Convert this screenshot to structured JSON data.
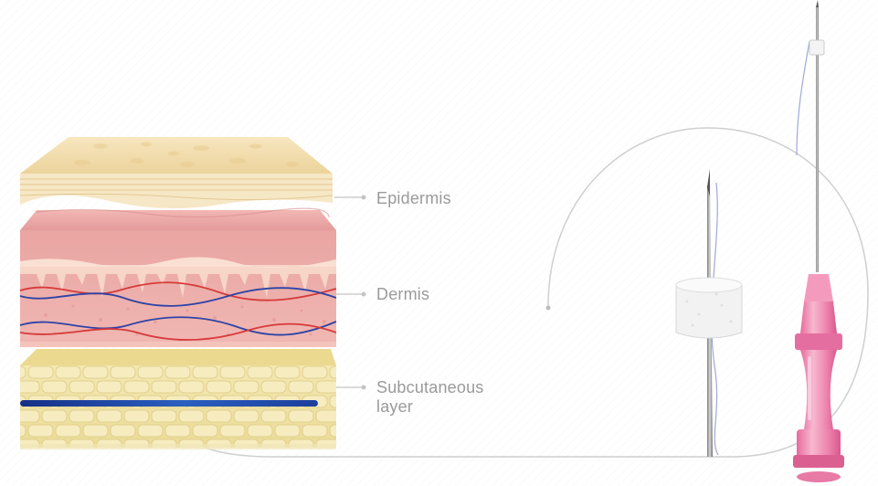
{
  "labels": {
    "epidermis": "Epidermis",
    "dermis": "Dermis",
    "subcutaneous_line1": "Subcutaneous",
    "subcutaneous_line2": "layer"
  },
  "colors": {
    "epidermis": "#f3deb0",
    "dermis": "#eaa3a3",
    "subcutaneous": "#efe3a8",
    "thread": "#1d3f9a",
    "hub": "#f08bb0",
    "leader": "#c4c4c4",
    "label_text": "#9a9a9a"
  }
}
